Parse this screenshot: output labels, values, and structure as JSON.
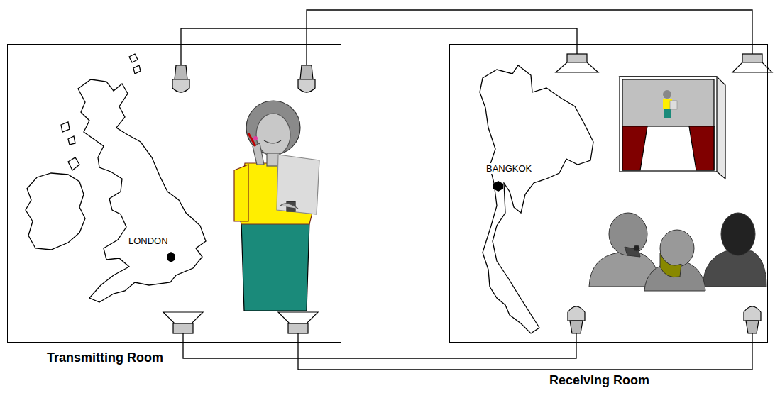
{
  "diagram": {
    "nodes": [
      {
        "text": [
          "Transmitting Room"
        ]
      },
      {
        "text": [
          "Receiving Room"
        ]
      }
    ],
    "labels": [
      "LONDON",
      "BANGKOK"
    ]
  }
}
